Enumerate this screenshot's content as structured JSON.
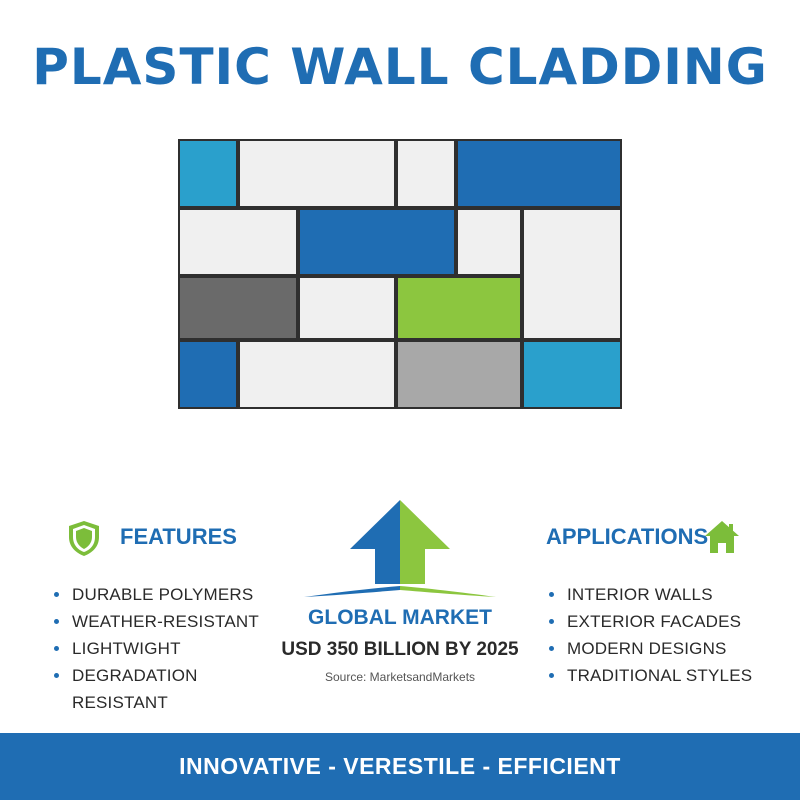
{
  "title": "PLASTIC WALL CLADDING",
  "colors": {
    "brand_blue": "#1f6db3",
    "light_blue": "#2aa0cc",
    "green": "#8cc63f",
    "light_gray": "#f0f0f0",
    "dark_gray": "#6a6a6a",
    "mid_gray": "#a8a8a8"
  },
  "features": {
    "heading": "FEATURES",
    "icon": "shield-check-icon",
    "items": [
      "DURABLE POLYMERS",
      "WEATHER-RESISTANT",
      "LIGHTWIGHT",
      "DEGRADATION RESISTANT"
    ]
  },
  "applications": {
    "heading": "APPLICATIONS",
    "icon": "house-icon",
    "items": [
      "INTERIOR WALLS",
      "EXTERIOR FACADES",
      "MODERN DESIGNS",
      "TRADITIONAL STYLES"
    ]
  },
  "market": {
    "icon": "up-arrow-icon",
    "label": "GLOBAL MARKET",
    "value": "USD 350 BILLION BY 2025",
    "source": "Source: MarketsandMarkets"
  },
  "footer": {
    "tagline": "INNOVATIVE - VERESTILE - EFFICIENT"
  }
}
